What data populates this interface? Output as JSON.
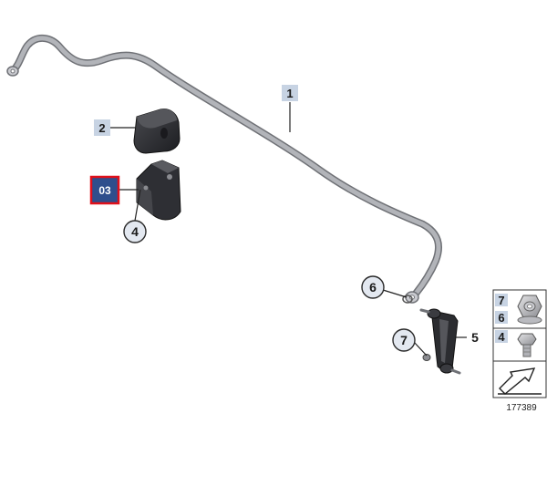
{
  "diagram": {
    "diagram_id": "177389",
    "colors": {
      "bar": "#a6a8ad",
      "bar_edge": "#6f7176",
      "rubber": "#2b2c30",
      "label_box": "#c7d3e3",
      "selected_box": "#2f4e8c",
      "selected_border": "#e0101a"
    },
    "callouts": [
      {
        "id": "c1",
        "label": "1",
        "style": "square"
      },
      {
        "id": "c2",
        "label": "2",
        "style": "square"
      },
      {
        "id": "c3",
        "label": "03",
        "style": "selected-square"
      },
      {
        "id": "c4",
        "label": "4",
        "style": "circle"
      },
      {
        "id": "c5",
        "label": "5",
        "style": "plain"
      },
      {
        "id": "c6",
        "label": "6",
        "style": "circle"
      },
      {
        "id": "c7",
        "label": "7",
        "style": "circle"
      }
    ],
    "legend_panel": [
      {
        "label": "7",
        "part": "nut-icon"
      },
      {
        "label": "6",
        "part": "washer"
      },
      {
        "label": "4",
        "part": "bolt-icon"
      }
    ]
  }
}
